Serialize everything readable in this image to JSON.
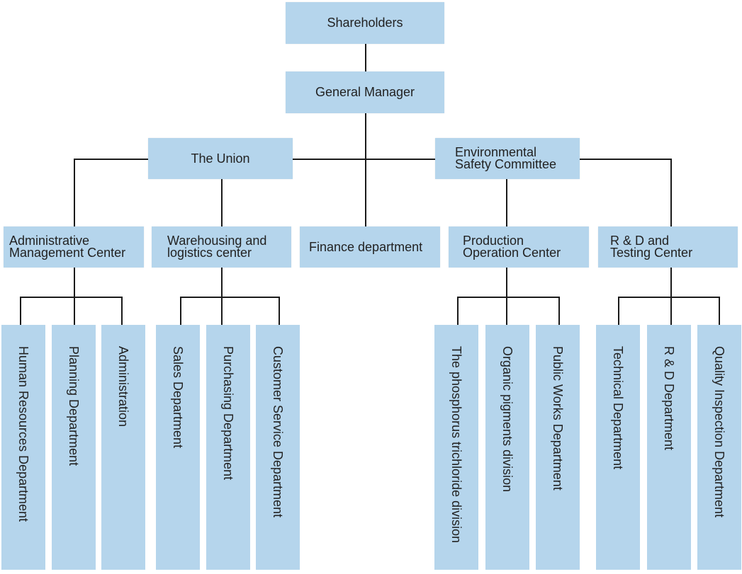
{
  "chart": {
    "top": {
      "shareholders": "Shareholders",
      "general_manager": "General Manager"
    },
    "level2": {
      "union": "The Union",
      "environmental": [
        "Environmental",
        "Safety Committee"
      ]
    },
    "level3": {
      "admin_center": [
        "Administrative",
        "Management Center"
      ],
      "warehousing": [
        "Warehousing and",
        "logistics center"
      ],
      "finance": "Finance department",
      "production": [
        "Production",
        "Operation Center"
      ],
      "rd_testing": [
        "R & D and",
        "Testing Center"
      ]
    },
    "departments": {
      "admin": [
        "Human Resources Department",
        "Planning Department",
        "Administration"
      ],
      "warehousing": [
        "Sales Department",
        "Purchasing Department",
        "Customer Service Department"
      ],
      "production": [
        "The phosphorus trichloride division",
        "Organic pigments division",
        "Public Works Department"
      ],
      "rd": [
        "Technical Department",
        "R & D Department",
        "Quality Inspection Department"
      ]
    }
  }
}
